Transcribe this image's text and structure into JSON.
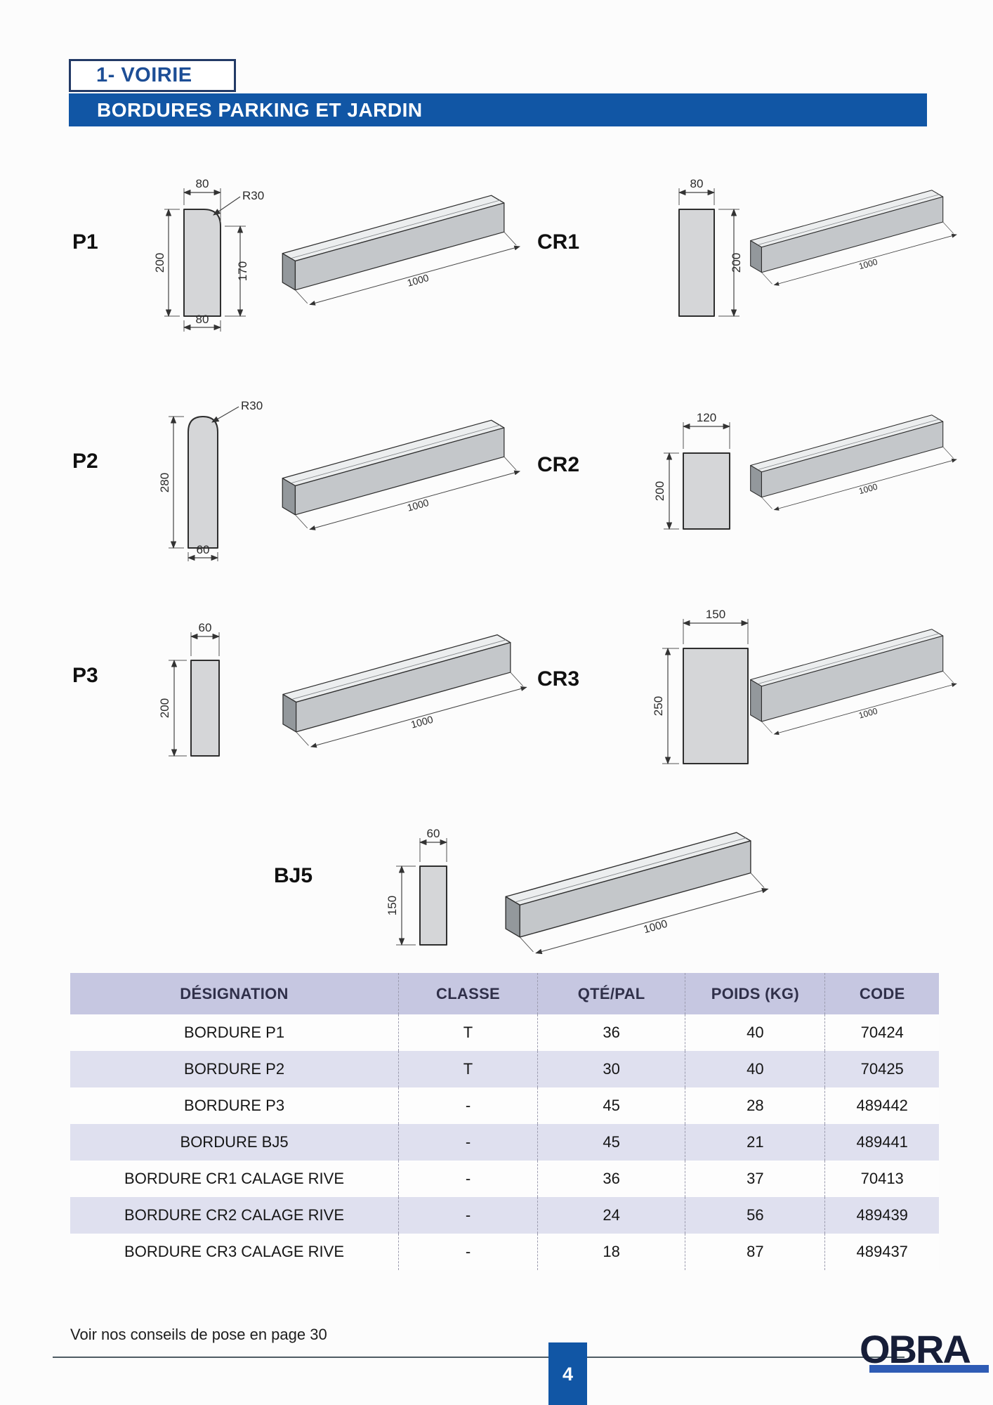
{
  "page": {
    "section_tab": "1- VOIRIE",
    "banner_title": "BORDURES PARKING ET JARDIN",
    "footer_note": "Voir nos conseils de pose en page 30",
    "page_number": "4",
    "brand": "OBRA"
  },
  "colors": {
    "banner_blue": "#1156a5",
    "tab_border_navy": "#233a66",
    "tab_text_blue": "#1d4e96",
    "table_header_bg": "#c6c7e1",
    "table_row_alt": "#dfe0ef",
    "logo_navy": "#171e38",
    "logo_blue": "#2f5cb5",
    "drawing_fill": "#d5d6d8"
  },
  "figures": {
    "p1": {
      "label": "P1",
      "width_top": "80",
      "radius": "R30",
      "height": "200",
      "height_right": "170",
      "width_bottom": "80",
      "length": "1000"
    },
    "cr1": {
      "label": "CR1",
      "width_top": "80",
      "height": "200",
      "length": "1000"
    },
    "p2": {
      "label": "P2",
      "radius": "R30",
      "height": "280",
      "width_bottom": "60",
      "length": "1000"
    },
    "cr2": {
      "label": "CR2",
      "width_top": "120",
      "height": "200",
      "length": "1000"
    },
    "p3": {
      "label": "P3",
      "width_top": "60",
      "height": "200",
      "length": "1000"
    },
    "cr3": {
      "label": "CR3",
      "width_top": "150",
      "height": "250",
      "length": "1000"
    },
    "bj5": {
      "label": "BJ5",
      "width_top": "60",
      "height": "150",
      "length": "1000"
    }
  },
  "table": {
    "headers": [
      "DÉSIGNATION",
      "CLASSE",
      "QTÉ/PAL",
      "POIDS (KG)",
      "CODE"
    ],
    "rows": [
      {
        "designation": "BORDURE P1",
        "classe": "T",
        "qte_pal": "36",
        "poids_kg": "40",
        "code": "70424"
      },
      {
        "designation": "BORDURE P2",
        "classe": "T",
        "qte_pal": "30",
        "poids_kg": "40",
        "code": "70425"
      },
      {
        "designation": "BORDURE P3",
        "classe": "-",
        "qte_pal": "45",
        "poids_kg": "28",
        "code": "489442"
      },
      {
        "designation": "BORDURE BJ5",
        "classe": "-",
        "qte_pal": "45",
        "poids_kg": "21",
        "code": "489441"
      },
      {
        "designation": "BORDURE CR1 CALAGE RIVE",
        "classe": "-",
        "qte_pal": "36",
        "poids_kg": "37",
        "code": "70413"
      },
      {
        "designation": "BORDURE CR2 CALAGE RIVE",
        "classe": "-",
        "qte_pal": "24",
        "poids_kg": "56",
        "code": "489439"
      },
      {
        "designation": "BORDURE CR3 CALAGE RIVE",
        "classe": "-",
        "qte_pal": "18",
        "poids_kg": "87",
        "code": "489437"
      }
    ]
  }
}
